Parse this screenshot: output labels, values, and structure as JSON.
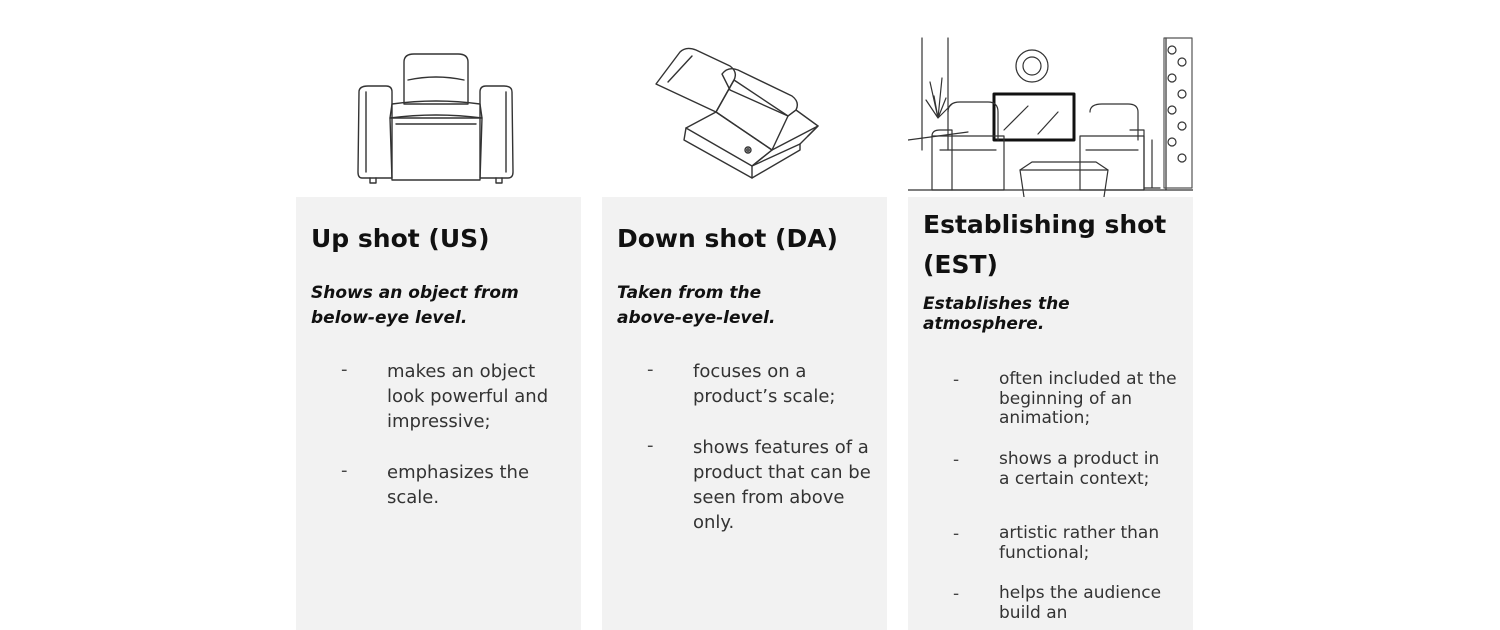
{
  "cards": [
    {
      "title": "Up shot (US)",
      "subtitle": "Shows an object from below-eye level.",
      "bullets": [
        {
          "dash": "-",
          "text": "makes an object look powerful and impressive;"
        },
        {
          "dash": "-",
          "text": "emphasizes the scale."
        }
      ],
      "image_icon": "recliner-chair-front-view"
    },
    {
      "title": "Down shot (DA)",
      "subtitle": "Taken from the above-eye-level.",
      "bullets": [
        {
          "dash": "-",
          "text": "focuses on a product’s scale;"
        },
        {
          "dash": "-",
          "text": "shows features of a product that can be seen from above only."
        }
      ],
      "image_icon": "reclined-chair-top-view"
    },
    {
      "title": "Establishing shot (EST)",
      "subtitle": "Establishes the atmosphere.",
      "bullets": [
        {
          "dash": "-",
          "text": "often included at the beginning of an animation;"
        },
        {
          "dash": "-",
          "text": "shows a product in a certain context;"
        },
        {
          "dash": "-",
          "text": "artistic rather than functional;"
        },
        {
          "dash": "-",
          "text": "helps the audience build an"
        }
      ],
      "image_icon": "living-room-scene"
    }
  ],
  "colors": {
    "card_bg": "#f2f2f2",
    "text": "#111111",
    "bullet_text": "#333333"
  }
}
